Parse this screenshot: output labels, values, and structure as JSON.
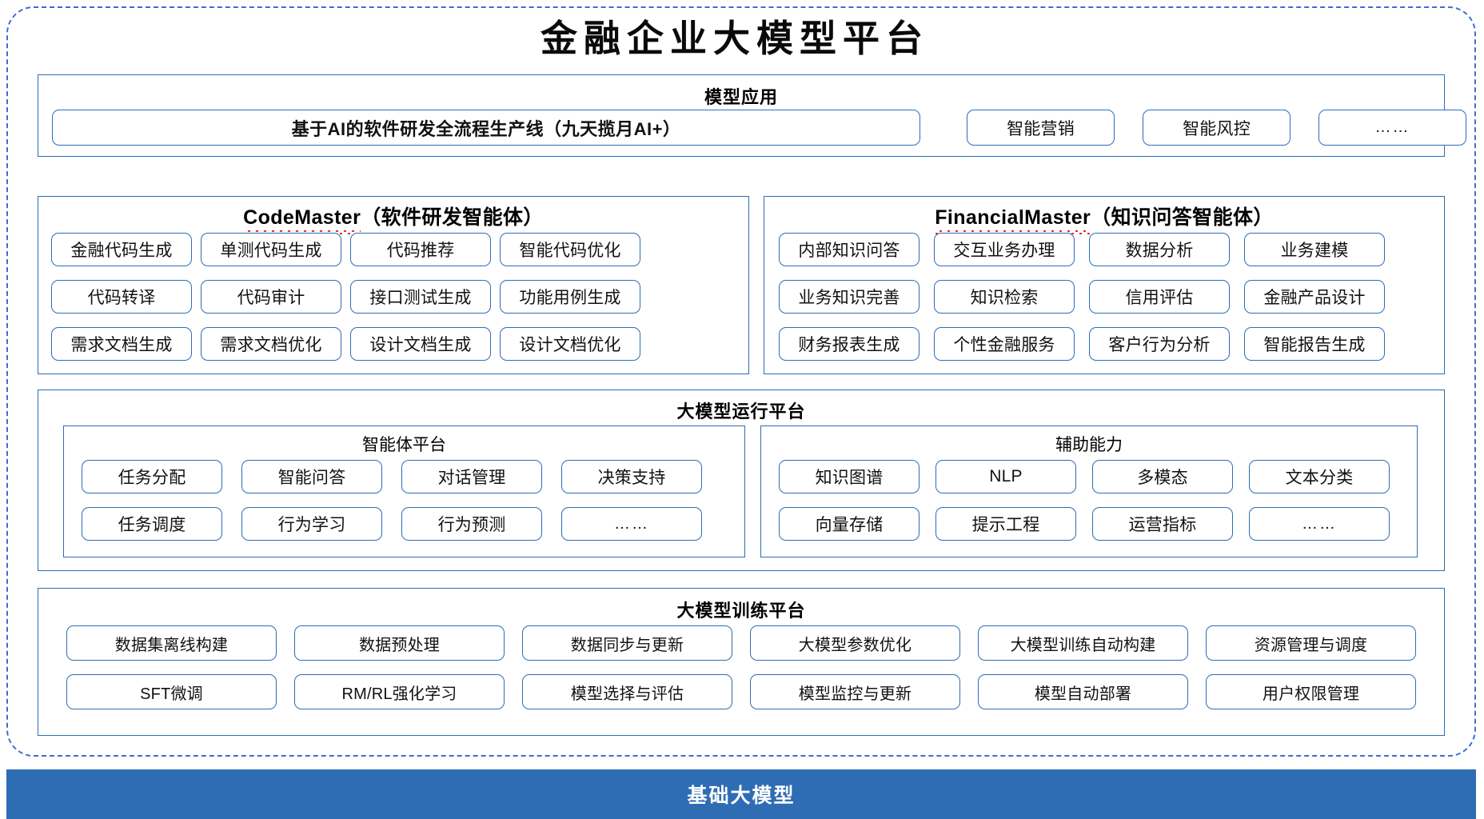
{
  "page": {
    "title": "金融企业大模型平台",
    "accent_color": "#2e6db4",
    "frame_border_color": "#3b6fd0",
    "spellcheck_underline_color": "#e01b1b"
  },
  "model_application": {
    "heading": "模型应用",
    "primary_item": "基于AI的软件研发全流程生产线（九天揽月AI+）",
    "items": [
      "智能营销",
      "智能风控",
      "……"
    ]
  },
  "agents": [
    {
      "name_en": "CodeMaster",
      "name_cn": "（软件研发智能体）",
      "rows": [
        [
          "金融代码生成",
          "单测代码生成",
          "代码推荐",
          "智能代码优化"
        ],
        [
          "代码转译",
          "代码审计",
          "接口测试生成",
          "功能用例生成"
        ],
        [
          "需求文档生成",
          "需求文档优化",
          "设计文档生成",
          "设计文档优化"
        ]
      ]
    },
    {
      "name_en": "FinancialMaster",
      "name_cn": "（知识问答智能体）",
      "rows": [
        [
          "内部知识问答",
          "交互业务办理",
          "数据分析",
          "业务建模"
        ],
        [
          "业务知识完善",
          "知识检索",
          "信用评估",
          "金融产品设计"
        ],
        [
          "财务报表生成",
          "个性金融服务",
          "客户行为分析",
          "智能报告生成"
        ]
      ]
    }
  ],
  "runtime_platform": {
    "heading": "大模型运行平台",
    "subpanels": [
      {
        "heading": "智能体平台",
        "rows": [
          [
            "任务分配",
            "智能问答",
            "对话管理",
            "决策支持"
          ],
          [
            "任务调度",
            "行为学习",
            "行为预测",
            "……"
          ]
        ]
      },
      {
        "heading": "辅助能力",
        "rows": [
          [
            "知识图谱",
            "NLP",
            "多模态",
            "文本分类"
          ],
          [
            "向量存储",
            "提示工程",
            "运营指标",
            "……"
          ]
        ]
      }
    ]
  },
  "training_platform": {
    "heading": "大模型训练平台",
    "rows": [
      [
        "数据集离线构建",
        "数据预处理",
        "数据同步与更新",
        "大模型参数优化",
        "大模型训练自动构建",
        "资源管理与调度"
      ],
      [
        "SFT微调",
        "RM/RL强化学习",
        "模型选择与评估",
        "模型监控与更新",
        "模型自动部署",
        "用户权限管理"
      ]
    ]
  },
  "base_model": {
    "label": "基础大模型"
  }
}
